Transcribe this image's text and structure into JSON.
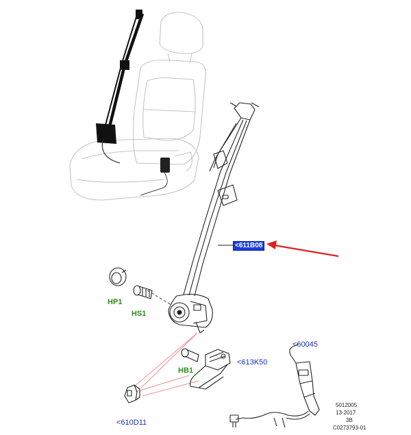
{
  "labels": {
    "hp1": "HP1",
    "hs1": "HS1",
    "hb1": "HB1",
    "main_part": "<611B08",
    "buckle_bracket": "<613K50",
    "anchor_clip": "<610D11",
    "buckle": "<60045"
  },
  "meta": {
    "line1": "5012005",
    "line2": "13-2017",
    "line3": "3B",
    "line4": "C0273793-01"
  },
  "colors": {
    "highlight": "#1b3fd6",
    "arrow": "#e02020",
    "green_label": "#2e8b1e",
    "blue_label": "#1a2fb8",
    "leader_red": "#e87070"
  }
}
